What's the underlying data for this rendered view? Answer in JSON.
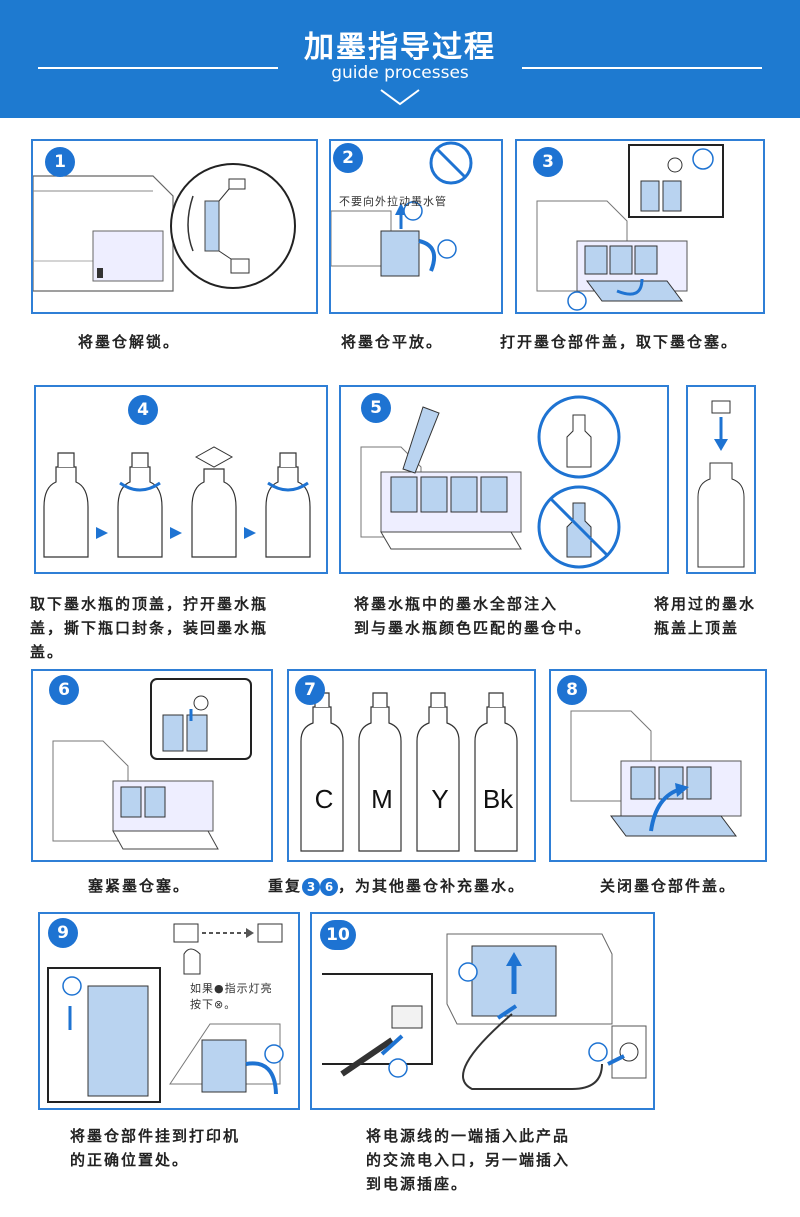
{
  "header": {
    "title": "加墨指导过程",
    "subtitle": "guide processes"
  },
  "steps": [
    {
      "num": "1",
      "caption": "将墨仓解锁。"
    },
    {
      "num": "2",
      "caption": "将墨仓平放。",
      "note": "不要向外拉动墨水管"
    },
    {
      "num": "3",
      "caption": "打开墨仓部件盖，取下墨仓塞。"
    },
    {
      "num": "4",
      "caption_line1": "取下墨水瓶的顶盖，拧开墨水瓶",
      "caption_line2": "盖，撕下瓶口封条，装回墨水瓶",
      "caption_line3": "盖。"
    },
    {
      "num": "5",
      "caption_line1": "将墨水瓶中的墨水全部注入",
      "caption_line2": "到与墨水瓶颜色匹配的墨仓中。"
    },
    {
      "num": "",
      "caption_line1": "将用过的墨水",
      "caption_line2": "瓶盖上顶盖"
    },
    {
      "num": "6",
      "caption": "塞紧墨仓塞。"
    },
    {
      "num": "7",
      "caption_pre": "重复",
      "caption_ref_a": "3",
      "caption_ref_b": "6",
      "caption_post": "，为其他墨仓补充墨水。",
      "bottle_labels": [
        "C",
        "M",
        "Y",
        "Bk"
      ]
    },
    {
      "num": "8",
      "caption": "关闭墨仓部件盖。"
    },
    {
      "num": "9",
      "caption_line1": "将墨仓部件挂到打印机",
      "caption_line2": "的正确位置处。",
      "note_line1": "如果●指示灯亮",
      "note_line2": "按下⊗。"
    },
    {
      "num": "10",
      "caption_line1": "将电源线的一端插入此产品",
      "caption_line2": "的交流电入口，另一端插入",
      "caption_line3": "到电源插座。"
    }
  ],
  "colors": {
    "accent": "#1e7ad0",
    "panel_border": "#2f7fd6",
    "tank_fill": "#b9d3f0"
  },
  "icons": [
    "chevron-down-icon",
    "arrow-icon",
    "no-sign-icon",
    "ink-drop-icon",
    "power-plug-icon",
    "wall-socket-icon"
  ]
}
